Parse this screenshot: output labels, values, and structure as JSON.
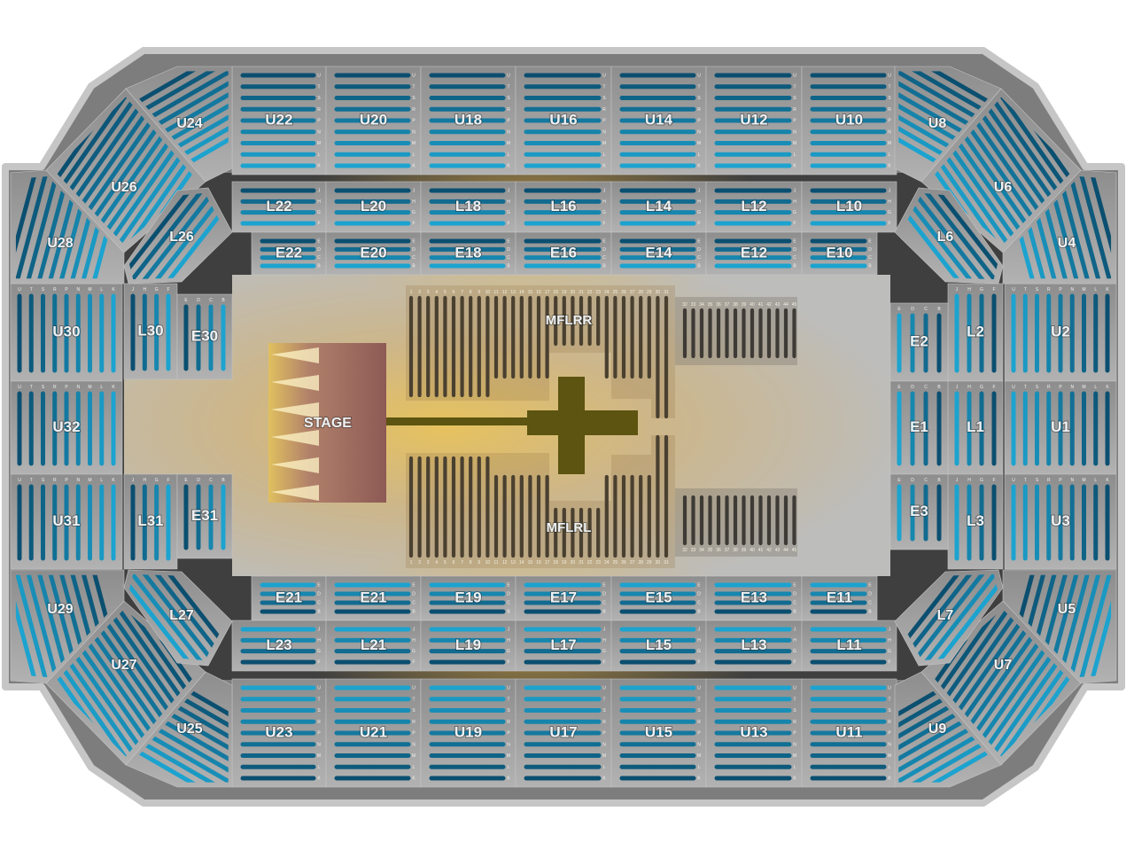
{
  "venue_map": {
    "stage_label": "STAGE",
    "floor": {
      "rear_section": "MFLRR",
      "left_section": "MFLRL",
      "seat_numbers_main": [
        "1",
        "2",
        "3",
        "4",
        "5",
        "6",
        "7",
        "8",
        "9",
        "10",
        "11",
        "12",
        "13",
        "14",
        "15",
        "16",
        "17",
        "18",
        "19",
        "20",
        "21",
        "22",
        "23",
        "24",
        "25",
        "26",
        "27",
        "28",
        "29",
        "30",
        "31"
      ],
      "seat_numbers_side": [
        "32",
        "33",
        "34",
        "35",
        "36",
        "37",
        "38",
        "39",
        "40",
        "41",
        "42",
        "43",
        "44",
        "45"
      ]
    },
    "upper_top": [
      "U22",
      "U20",
      "U18",
      "U16",
      "U14",
      "U12",
      "U10"
    ],
    "lower_top": [
      "L22",
      "L20",
      "L18",
      "L16",
      "L14",
      "L12",
      "L10"
    ],
    "end_top": [
      "E22",
      "E20",
      "E18",
      "E16",
      "E14",
      "E12",
      "E10"
    ],
    "end_bottom": [
      "E21",
      "E21",
      "E19",
      "E17",
      "E15",
      "E13",
      "E11"
    ],
    "lower_bottom": [
      "L23",
      "L21",
      "L19",
      "L17",
      "L15",
      "L13",
      "L11"
    ],
    "upper_bottom": [
      "U23",
      "U21",
      "U19",
      "U17",
      "U15",
      "U13",
      "U11"
    ],
    "upper_left": [
      "U30",
      "U32",
      "U31"
    ],
    "upper_right": [
      "U2",
      "U1",
      "U3"
    ],
    "lower_left": [
      "L30",
      "L31"
    ],
    "end_left": [
      "E30",
      "E31"
    ],
    "lower_right": [
      "L2",
      "L1",
      "L3"
    ],
    "end_right": [
      "E2",
      "E1",
      "E3"
    ],
    "corners": {
      "top_left": {
        "corner": "U24",
        "diagonal": "U26",
        "side": "U28",
        "lower": "L26"
      },
      "top_right": {
        "corner": "U8",
        "diagonal": "U6",
        "side": "U4",
        "lower": "L6"
      },
      "bottom_left": {
        "corner": "U25",
        "diagonal": "U27",
        "side": "U29",
        "lower": "L27"
      },
      "bottom_right": {
        "corner": "U9",
        "diagonal": "U7",
        "side": "U5",
        "lower": "L7"
      }
    },
    "row_letters": {
      "upper": [
        "U",
        "T",
        "S",
        "R",
        "P",
        "N",
        "M",
        "L",
        "K"
      ],
      "lower": [
        "J",
        "H",
        "G",
        "F"
      ],
      "end": [
        "E",
        "D",
        "C",
        "B"
      ]
    },
    "colors": {
      "seat_dark": "#0b4f70",
      "seat_light": "#1ca3cf",
      "section_fill": "#9a9a9a",
      "stage": "#9a6b52",
      "runway": "#5c5410",
      "floor_seat": "#4a4030"
    }
  }
}
